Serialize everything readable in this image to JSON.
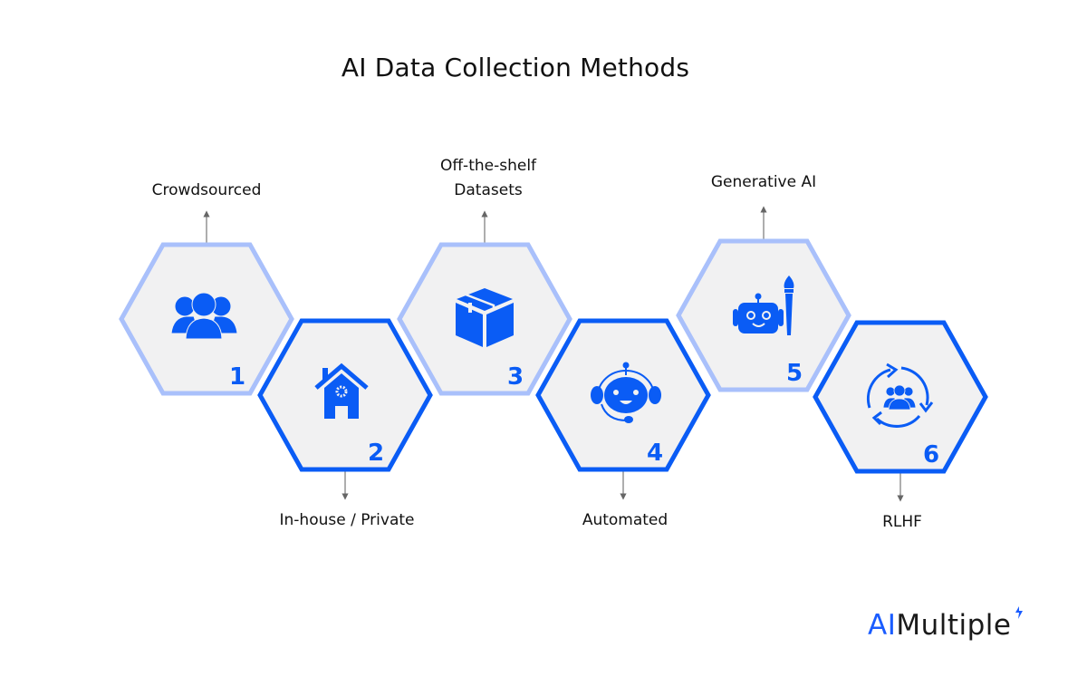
{
  "title": "AI Data Collection Methods",
  "colors": {
    "strong_blue": "#0a5cf5",
    "light_blue": "#a9c0fb",
    "hex_fill": "#f1f1f2",
    "connector": "#777777"
  },
  "methods": [
    {
      "number": "1",
      "label": "Crowdsourced",
      "icon": "people-group-icon",
      "style": "light",
      "label_position": "top"
    },
    {
      "number": "2",
      "label": "In-house / Private",
      "icon": "house-gear-icon",
      "style": "strong",
      "label_position": "bottom"
    },
    {
      "number": "3",
      "label_line1": "Off-the-shelf",
      "label_line2": "Datasets",
      "icon": "box-icon",
      "style": "light",
      "label_position": "top"
    },
    {
      "number": "4",
      "label": "Automated",
      "icon": "robot-headset-icon",
      "style": "strong",
      "label_position": "bottom"
    },
    {
      "number": "5",
      "label": "Generative AI",
      "icon": "robot-paintbrush-icon",
      "style": "light",
      "label_position": "top"
    },
    {
      "number": "6",
      "label": "RLHF",
      "icon": "feedback-cycle-people-icon",
      "style": "strong",
      "label_position": "bottom"
    }
  ],
  "logo": {
    "prefix": "AI",
    "suffix": "Multiple"
  }
}
